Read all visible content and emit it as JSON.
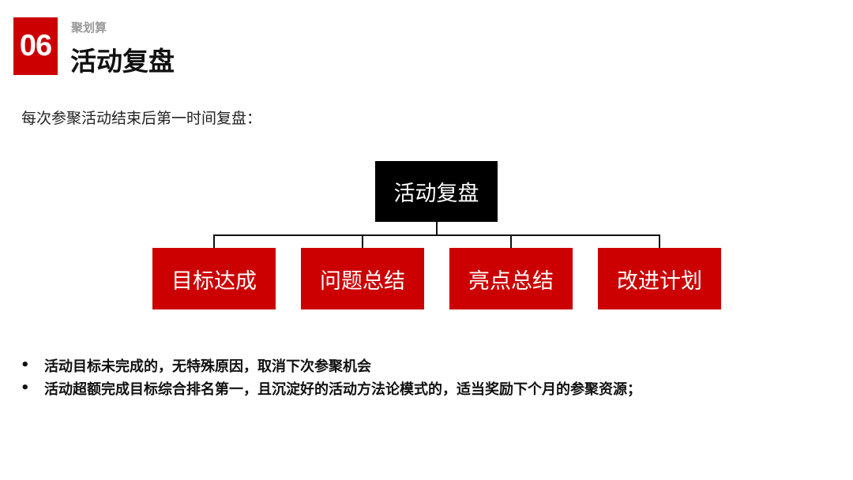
{
  "colors": {
    "accent": "#cc0000",
    "root": "#000000"
  },
  "header": {
    "number": "06",
    "kicker": "聚划算",
    "title": "活动复盘"
  },
  "intro": "每次参聚活动结束后第一时间复盘：",
  "tree": {
    "root": "活动复盘",
    "children": [
      "目标达成",
      "问题总结",
      "亮点总结",
      "改进计划"
    ]
  },
  "bullets": [
    {
      "marker": "•",
      "text": "活动目标未完成的，无特殊原因，取消下次参聚机会"
    },
    {
      "marker": "•",
      "text": "活动超额完成目标综合排名第一，且沉淀好的活动方法论模式的，适当奖励下个月的参聚资源；"
    }
  ]
}
